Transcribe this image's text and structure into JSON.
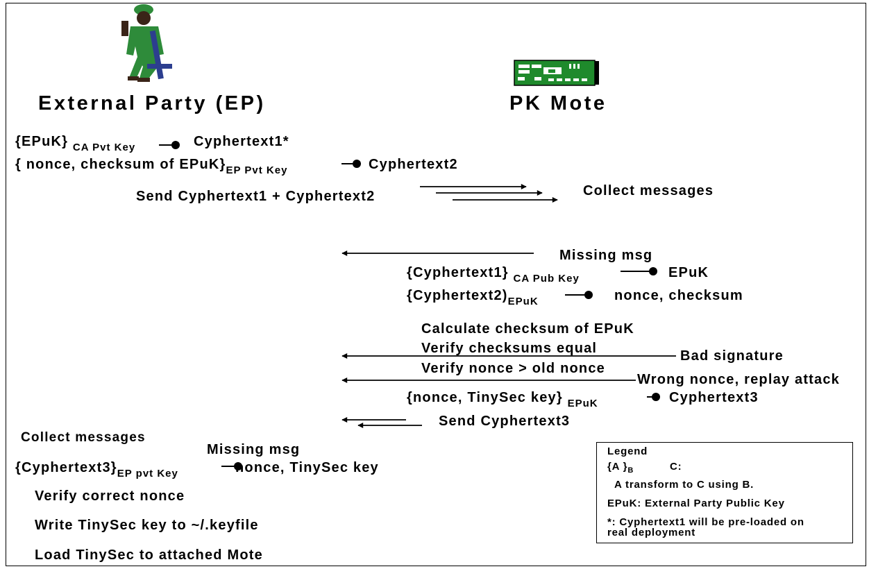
{
  "parties": {
    "external": "External Party (EP)",
    "mote": "PK Mote"
  },
  "ep": {
    "line1_main": "{EPuK}",
    "line1_sub": "CA Pvt Key",
    "line1_result": "Cyphertext1*",
    "line2_main": "{ nonce, checksum of EPuK}",
    "line2_sub": "EP Pvt Key",
    "line2_result": "Cyphertext2",
    "send": "Send Cyphertext1 + Cyphertext2",
    "collect": "Collect messages",
    "missing": "Missing msg",
    "decrypt_main": "{Cyphertext3}",
    "decrypt_sub": "EP pvt Key",
    "decrypt_result": "nonce, TinySec key",
    "step1": "Verify correct nonce",
    "step2": "Write TinySec key to ~/.keyfile",
    "step3": "Load TinySec to attached Mote"
  },
  "mote": {
    "collect": "Collect messages",
    "missing": "Missing msg",
    "dec1_main": "{Cyphertext1}",
    "dec1_sub": "CA Pub Key",
    "dec1_result": "EPuK",
    "dec2_main": "{Cyphertext2)",
    "dec2_sub": "EPuK",
    "dec2_result": "nonce, checksum",
    "calc": "Calculate checksum of EPuK",
    "verify_checksum": "Verify checksums equal",
    "bad_sig": "Bad signature",
    "verify_nonce": "Verify nonce > old nonce",
    "wrong_nonce": "Wrong nonce, replay attack",
    "enc_main": "{nonce, TinySec key}",
    "enc_sub": "EPuK",
    "enc_result": "Cyphertext3",
    "send": "Send Cyphertext3"
  },
  "legend": {
    "title": "Legend",
    "formula_main": "{A }",
    "formula_sub": "B",
    "formula_result": "C:",
    "formula_desc": "A transform to C using B.",
    "epuk_def": "EPuK: External Party Public Key",
    "note_line1": "*: Cyphertext1 will be pre-loaded on",
    "note_line2": "real deployment"
  },
  "colors": {
    "soldier_uniform": "#2e8b3a",
    "soldier_skin": "#3a2418",
    "rifle": "#2c3e8f",
    "board": "#1f8a2c"
  }
}
